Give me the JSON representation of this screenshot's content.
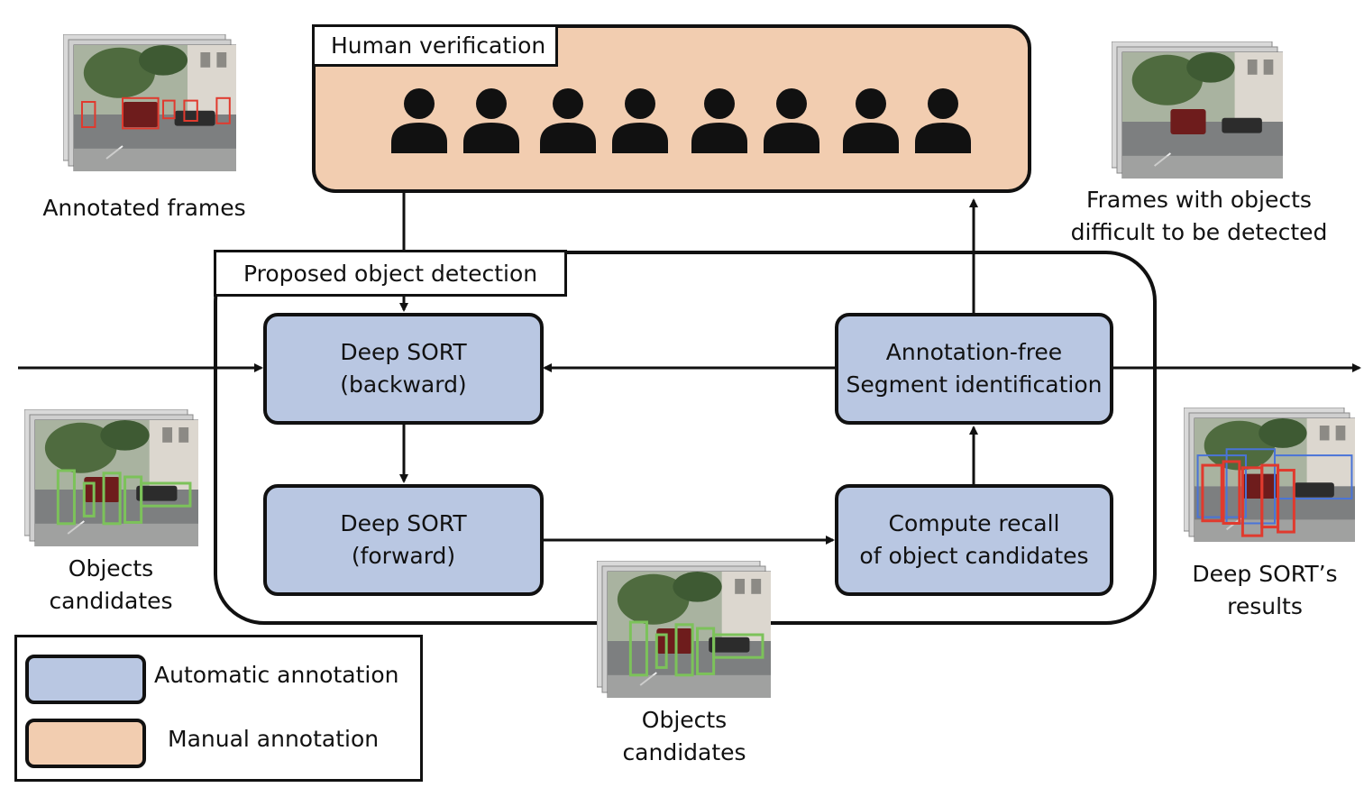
{
  "human_verification": {
    "label": "Human verification",
    "person_count": 8
  },
  "proposed": {
    "label": "Proposed object detection"
  },
  "nodes": {
    "deep_sort_backward": "Deep SORT\n(backward)",
    "deep_sort_forward": "Deep SORT\n(forward)",
    "segment_identification": "Annotation-free\nSegment identification",
    "compute_recall": "Compute recall\nof object candidates"
  },
  "captions": {
    "annotated_frames": "Annotated frames",
    "difficult_frames": "Frames with objects\ndifficult to be detected",
    "objects_candidates_left": "Objects\ncandidates",
    "objects_candidates_bottom": "Objects\ncandidates",
    "deep_sort_results": "Deep SORT’s\nresults"
  },
  "legend": {
    "automatic": "Automatic annotation",
    "manual": "Manual annotation"
  },
  "colors": {
    "automatic": "#b9c7e2",
    "manual": "#f2cdb0",
    "red_box": "#e03a2e",
    "green_box": "#7cc25a",
    "blue_box": "#4a74d8"
  }
}
